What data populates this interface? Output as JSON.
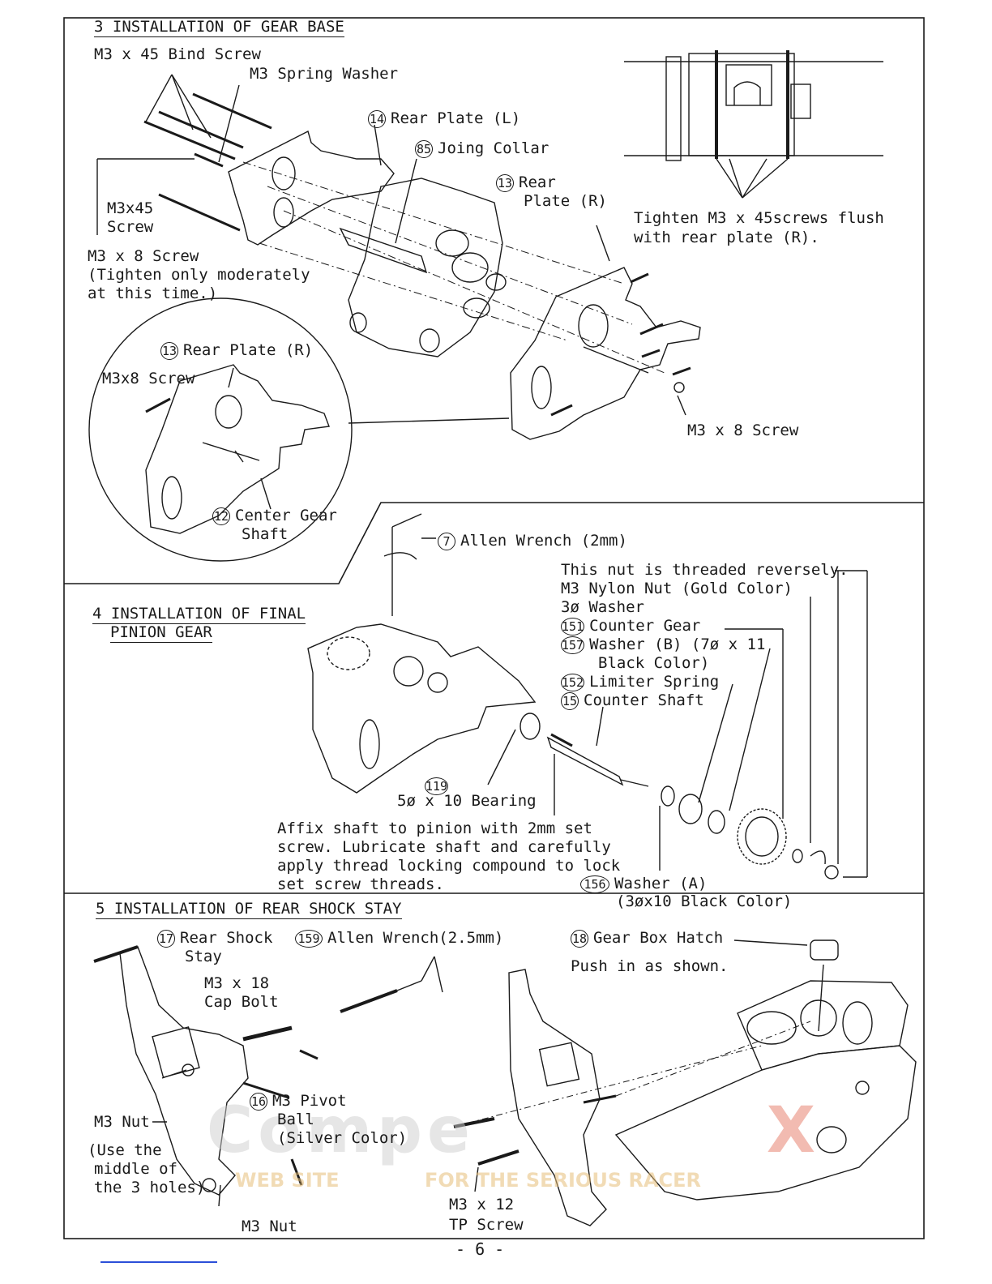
{
  "page_number": "- 6 -",
  "watermark": {
    "brand": "Compe",
    "brand_tail": "X",
    "left": "WEB SITE",
    "right": "FOR THE SERIOUS RACER"
  },
  "sec3": {
    "title": "3 INSTALLATION OF GEAR BASE",
    "bind_screw": "M3 x 45 Bind Screw",
    "spring_washer": "M3 Spring Washer",
    "rear_plate_l_num": "14",
    "rear_plate_l": "Rear Plate (L)",
    "joing_collar_num": "85",
    "joing_collar": "Joing Collar",
    "rear_plate_r_num": "13",
    "rear_plate_r_1": "Rear",
    "rear_plate_r_2": "Plate (R)",
    "m3x45_1": "M3x45",
    "m3x45_2": "Screw",
    "m3x8_1": "M3 x 8 Screw",
    "m3x8_2": "(Tighten only moderately",
    "m3x8_3": "at this time.)",
    "tighten_1": "Tighten M3 x 45screws flush",
    "tighten_2": "with rear plate (R).",
    "inset_num": "13",
    "inset_plate": "Rear Plate (R)",
    "inset_screw": "M3x8 Screw",
    "inset_gear_num": "12",
    "inset_gear_1": "Center Gear",
    "inset_gear_2": "Shaft",
    "m3x8_right": "M3 x 8 Screw"
  },
  "sec4": {
    "title_1": "4 INSTALLATION OF FINAL",
    "title_2": "PINION GEAR",
    "allen_num": "7",
    "allen": "Allen Wrench (2mm)",
    "reverse": "This nut is threaded reversely.",
    "nylon_nut": "M3 Nylon Nut (Gold Color)",
    "washer3": "3ø Washer",
    "counter_gear_num": "151",
    "counter_gear": "Counter Gear",
    "washer_b_num": "157",
    "washer_b_1": "Washer (B) (7ø x 11",
    "washer_b_2": "Black Color)",
    "limiter_num": "152",
    "limiter": "Limiter Spring",
    "shaft_num": "15",
    "shaft": "Counter Shaft",
    "bearing_num": "119",
    "bearing": "5ø x 10 Bearing",
    "affix_1": "Affix shaft to pinion with 2mm set",
    "affix_2": "screw.  Lubricate shaft and carefully",
    "affix_3": "apply thread locking compound to lock",
    "affix_4": "set screw threads.",
    "washer_a_num": "156",
    "washer_a_1": "Washer (A)",
    "washer_a_2": "(3øx10 Black Color)"
  },
  "sec5": {
    "title": "5 INSTALLATION OF REAR SHOCK STAY",
    "stay_num": "17",
    "stay_1": "Rear Shock",
    "stay_2": "Stay",
    "allen_num": "159",
    "allen": "Allen Wrench(2.5mm)",
    "hatch_num": "18",
    "hatch": "Gear Box Hatch",
    "push": "Push in as shown.",
    "cap_bolt_1": "M3 x 18",
    "cap_bolt_2": "Cap Bolt",
    "pivot_num": "16",
    "pivot_1": "M3 Pivot",
    "pivot_2": "Ball",
    "pivot_3": "(Silver Color)",
    "nut_1": "M3 Nut",
    "use_1": "(Use the",
    "use_2": "middle of",
    "use_3": "the 3 holes)",
    "nut_2": "M3 Nut",
    "tp_1": "M3 x 12",
    "tp_2": "TP Screw"
  }
}
